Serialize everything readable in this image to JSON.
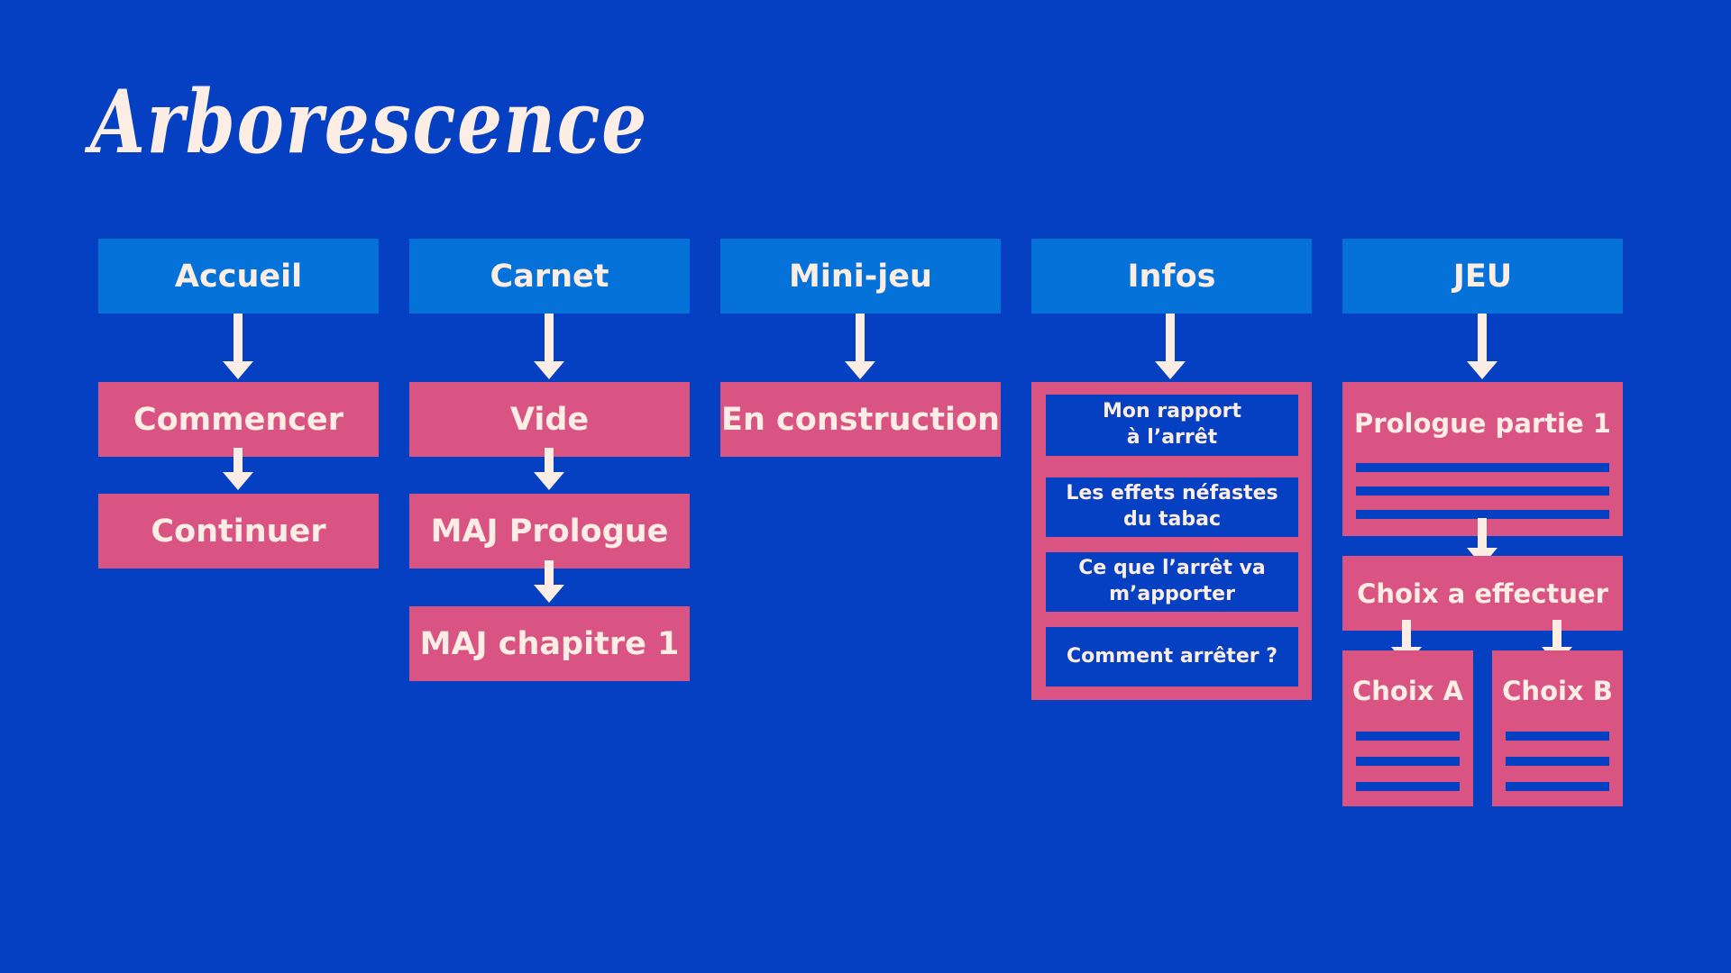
{
  "title": "Arborescence",
  "columns": {
    "accueil": {
      "label": "Accueil",
      "items": [
        "Commencer",
        "Continuer"
      ]
    },
    "carnet": {
      "label": "Carnet",
      "items": [
        "Vide",
        "MAJ Prologue",
        "MAJ chapitre 1"
      ]
    },
    "minijeu": {
      "label": "Mini-jeu",
      "items": [
        "En construction"
      ]
    },
    "infos": {
      "label": "Infos",
      "items": [
        "Mon rapport\nà l’arrêt",
        "Les effets néfastes du tabac",
        "Ce que l’arrêt va m’apporter",
        "Comment arrêter ?"
      ]
    },
    "jeu": {
      "label": "JEU",
      "prologue": "Prologue partie 1",
      "choice": "Choix a effectuer",
      "option_a": "Choix A",
      "option_b": "Choix B"
    }
  },
  "colors": {
    "background": "#0540C3",
    "header": "#0572D9",
    "node": "#D95483",
    "text": "#FCEEE4"
  }
}
